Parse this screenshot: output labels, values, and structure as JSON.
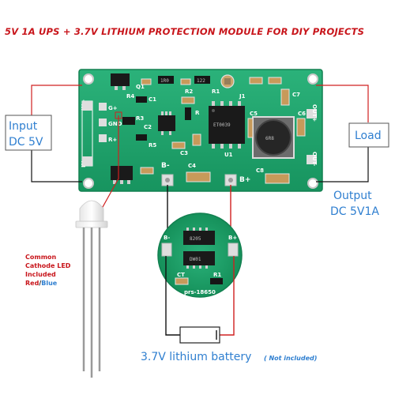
{
  "title": "5V 1A UPS + 3.7V LITHIUM PROTECTION MODULE FOR DIY PROJECTS",
  "labels": {
    "input_line1": "Input",
    "input_line2": "DC 5V",
    "load": "Load",
    "output_line1": "Output",
    "output_line2": "DC 5V1A",
    "battery": "3.7V lithium battery",
    "battery_note": "( Not included)",
    "led_note_line1": "Common",
    "led_note_line2": "Cathode LED",
    "led_note_line3": "Included",
    "led_note_red": "Red",
    "led_note_sep": "/",
    "led_note_blue": "Blue"
  },
  "board": {
    "pin_in_plus": "IN+",
    "pin_g_plus": "G+",
    "pin_gnd": "GND",
    "pin_r_plus": "R+",
    "pin_in_minus": "IN-",
    "pin_b_minus": "B-",
    "pin_b_plus": "B+",
    "pin_out_plus": "OUT+",
    "pin_out_minus": "OUT-",
    "q1": "Q1",
    "r1": "R1",
    "r2": "R2",
    "r3": "R3",
    "r4": "R4",
    "r5": "R5",
    "c1": "C1",
    "c2": "C2",
    "c3": "C3",
    "c4": "C4",
    "c5": "C5",
    "c6": "C6",
    "c7": "C7",
    "c8": "C8",
    "j1": "J1",
    "u1": "U1",
    "res_r": "R",
    "res_mark1": "1R0",
    "res_mark2": "122",
    "inductor_mark": "6R8",
    "chip_mark": "ET0039"
  },
  "protection": {
    "pin_b_minus": "B-",
    "pin_b_plus": "B+",
    "ct": "CT",
    "r1": "R1",
    "model": "prs-18650",
    "chip1": "8205",
    "chip2": "DW01"
  },
  "colors": {
    "title": "#c8151b",
    "callout": "#2f7fd0",
    "pcb": "#1fa36b",
    "wire_red": "#d02020",
    "wire_black": "#111111"
  }
}
